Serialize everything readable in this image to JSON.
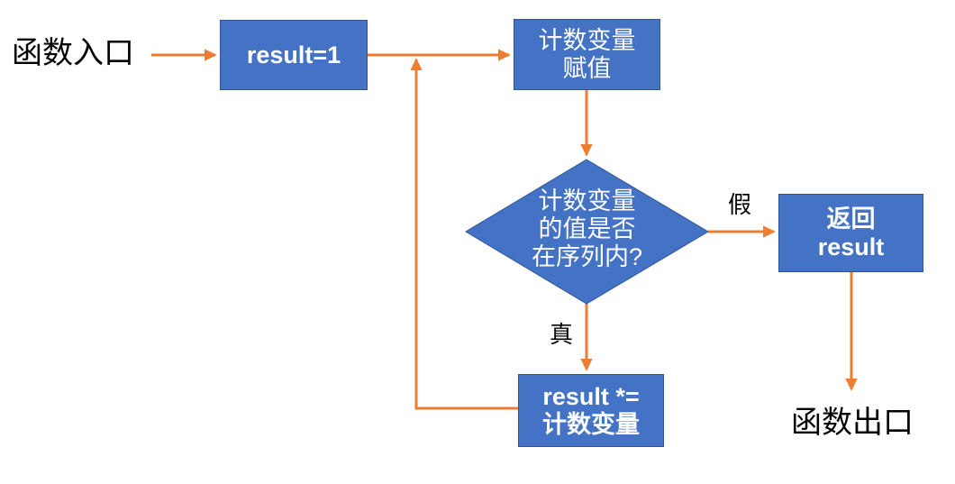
{
  "diagram": {
    "title_text_entry": "函数入口",
    "title_text_exit": "函数出口",
    "accent_color": "#ED7D31",
    "node_fill_color": "#4472C4",
    "node_border_color": "#2F5597",
    "node_text_color": "#FFFFFF",
    "label_text_color": "#000000",
    "background_color": "#FFFFFF"
  },
  "nodes": {
    "entry": {
      "label": "函数入口"
    },
    "init_result": {
      "label": "result=1"
    },
    "assign_counter": {
      "label": "计数变量\n赋值"
    },
    "decision": {
      "label": "计数变量\n的值是否\n在序列内?"
    },
    "return_result": {
      "label": "返回\nresult"
    },
    "multiply": {
      "label": "result *=\n计数变量"
    },
    "exit": {
      "label": "函数出口"
    }
  },
  "edge_labels": {
    "false_branch": "假",
    "true_branch": "真"
  }
}
